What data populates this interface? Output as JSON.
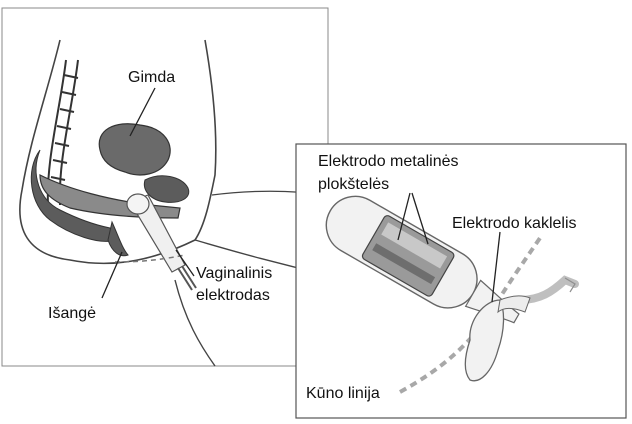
{
  "labels": {
    "uterus": "Gimda",
    "opening": "Išangė",
    "vaginal_electrode_line1": "Vaginalinis",
    "vaginal_electrode_line2": "elektrodas",
    "metal_plates_line1": "Elektrodo metalinės",
    "metal_plates_line2": "plokštelės",
    "electrode_neck": "Elektrodo kaklelis",
    "body_line": "Kūno linija"
  },
  "colors": {
    "outline": "#444444",
    "organ_dark": "#5c5c5c",
    "organ_mid": "#8a8a8a",
    "electrode_body": "#f2f2f2",
    "plate": "#9a9a9a",
    "body_line": "#a8a8a8"
  }
}
